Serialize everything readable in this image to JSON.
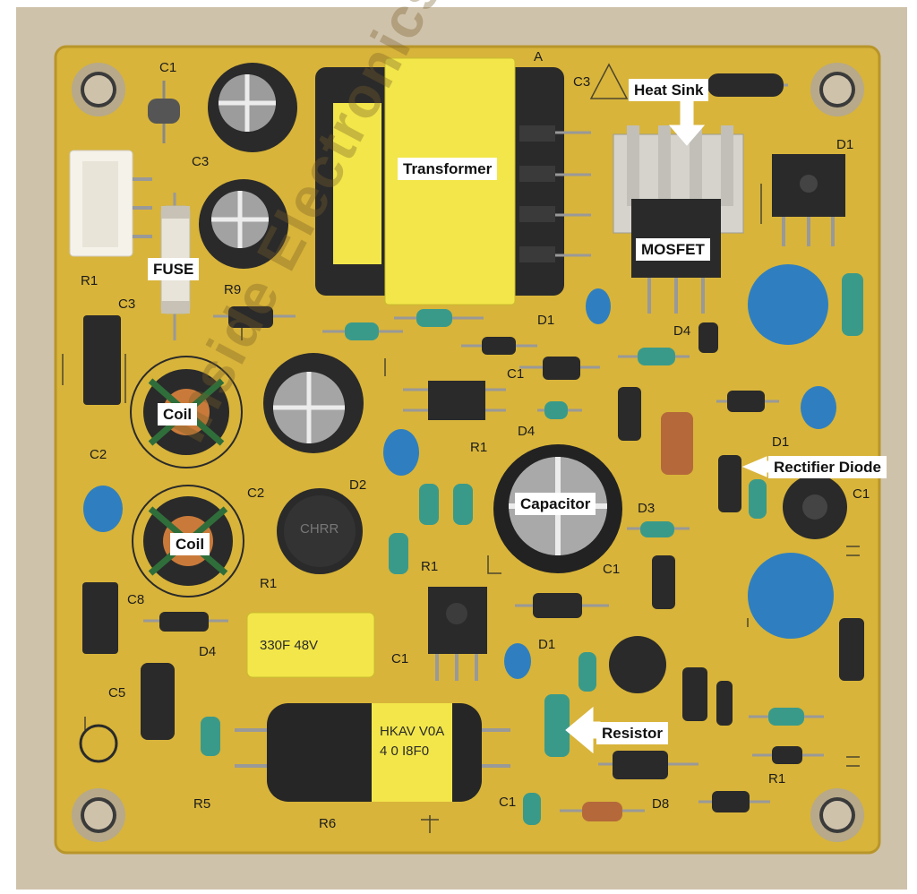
{
  "colors": {
    "background": "#cfc2ab",
    "board": "#d8b43a",
    "board_dark": "#b8952a",
    "component_black": "#262626",
    "component_yellow": "#f2e64a",
    "ceramic_blue": "#2f7fc0"
  },
  "callouts": {
    "transformer": "Transformer",
    "heat_sink": "Heat Sink",
    "mosfet": "MOSFET",
    "fuse": "FUSE",
    "coil_1": "Coil",
    "coil_2": "Coil",
    "capacitor": "Capacitor",
    "rectifier_diode": "Rectifier Diode",
    "resistor": "Resistor"
  },
  "silkscreen": {
    "c1_top": "C1",
    "c3_top": "C3",
    "c3_right": "C3",
    "a_mark": "A",
    "d1_top_right": "D1",
    "r1_left": "R1",
    "c3_left": "C3",
    "r9": "R9",
    "d1_mid": "D1",
    "d4_mid": "D4",
    "c1_mid": "C1",
    "c2_left": "C2",
    "r1_mid": "R1",
    "d4_center": "D4",
    "d2": "D2",
    "c2_mid": "C2",
    "d1_right": "D1",
    "c1_right": "C1",
    "d3": "D3",
    "r1_low": "R1",
    "c1_low": "C1",
    "r1_left_low": "R1",
    "c8": "C8",
    "d4_low": "D4",
    "c1_cap": "C1",
    "d1_low": "D1",
    "c5": "C5",
    "r5": "R5",
    "r6": "R6",
    "c1_bottom": "C1",
    "d8": "D8",
    "r1_bottom_right": "R1"
  },
  "component_markings": {
    "yellow_cap": "330F 48V",
    "big_cap_1": "HKAV V0A",
    "big_cap_2": "4 0 I8F0",
    "black_cap": "CHRR"
  },
  "watermark": "Inside Electronics"
}
